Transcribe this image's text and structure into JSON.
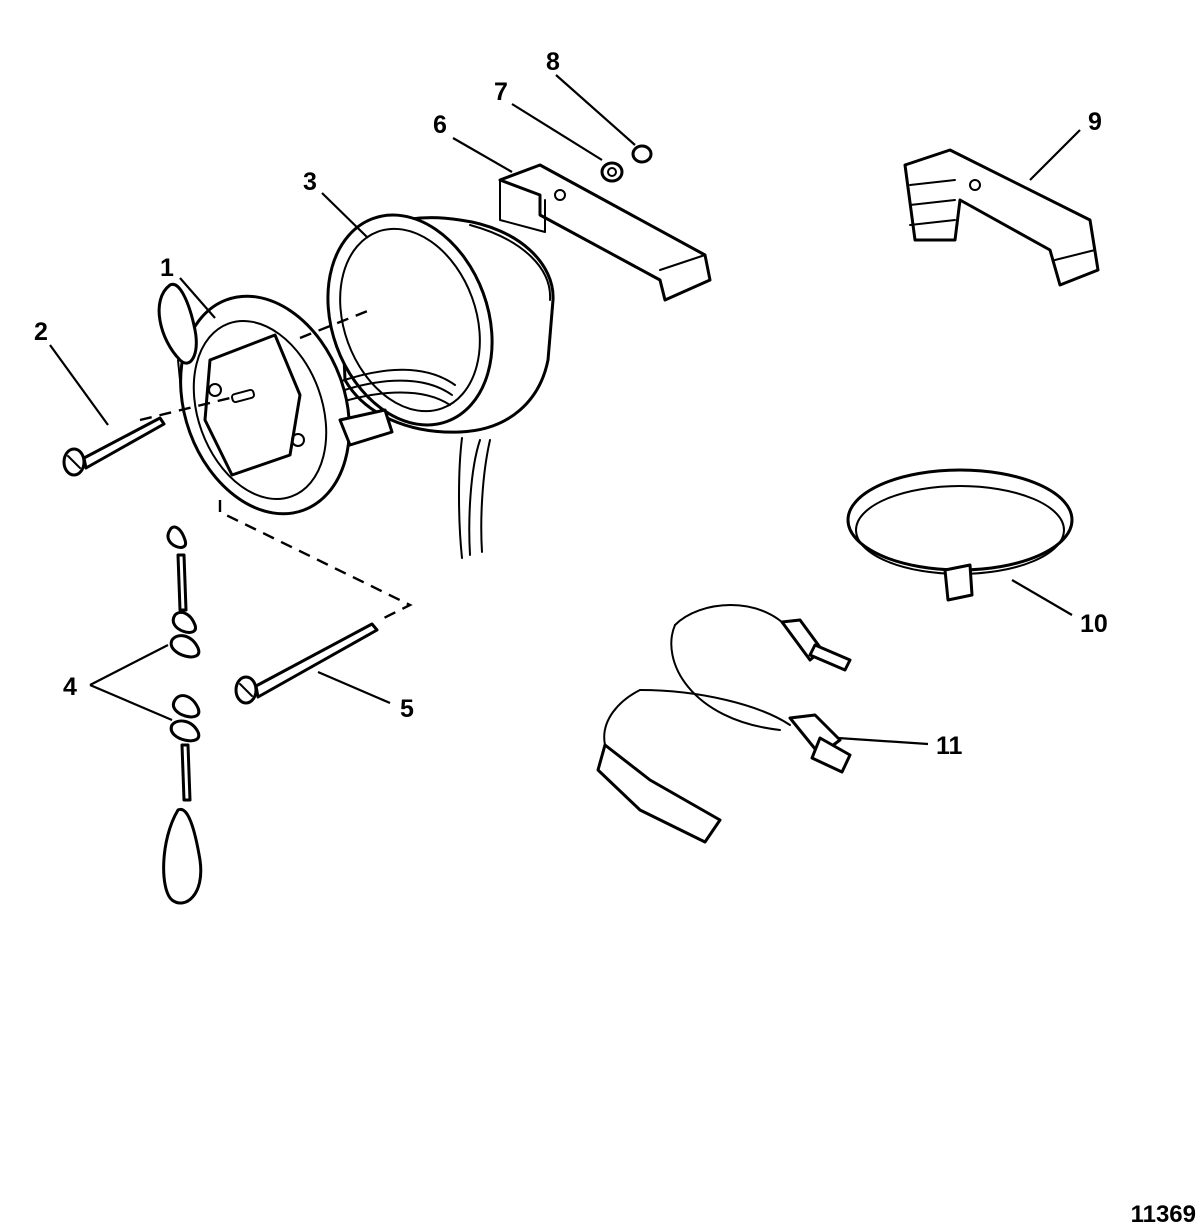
{
  "callouts": {
    "c1": "1",
    "c2": "2",
    "c3": "3",
    "c4": "4",
    "c5": "5",
    "c6": "6",
    "c7": "7",
    "c8": "8",
    "c9": "9",
    "c10": "10",
    "c11": "11"
  },
  "figure_id": "11369"
}
